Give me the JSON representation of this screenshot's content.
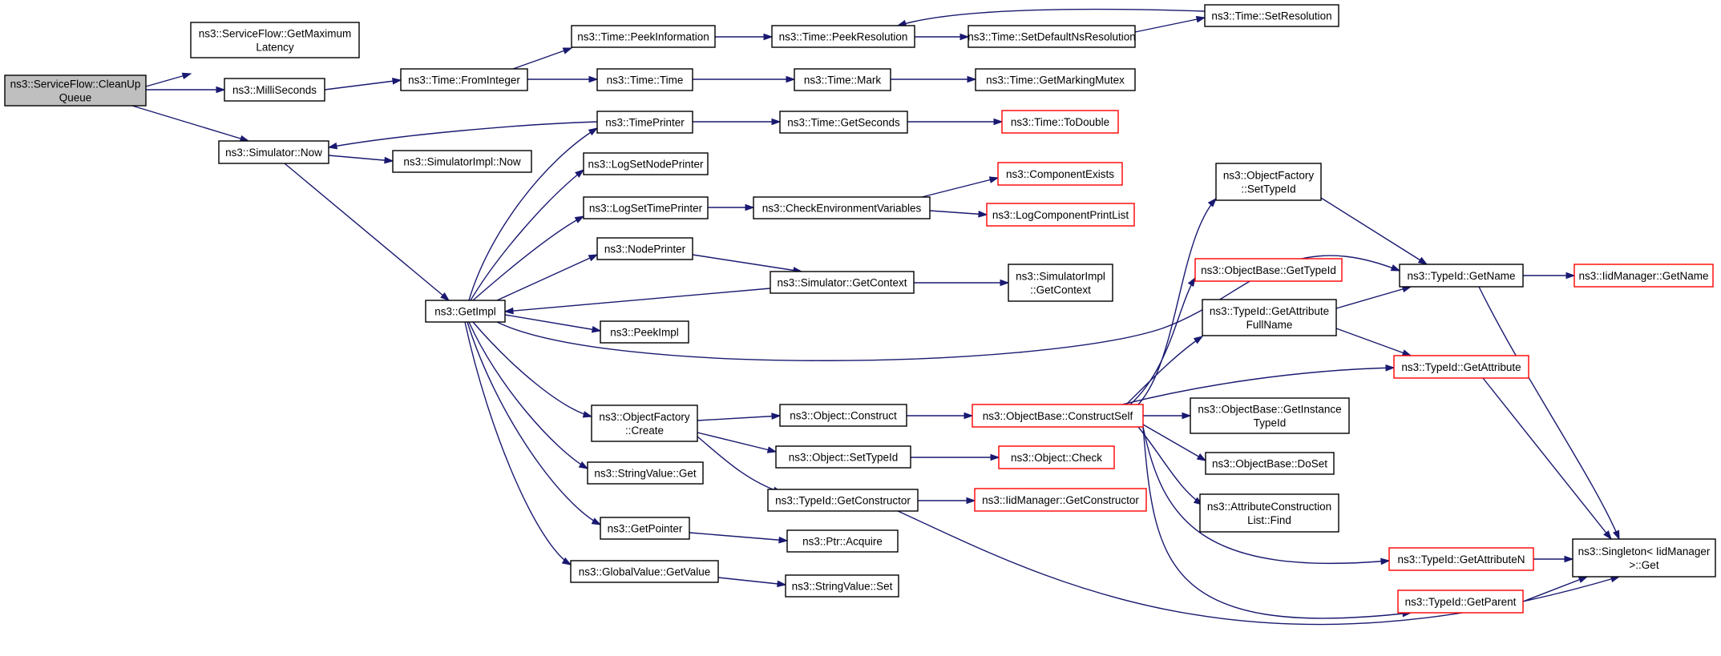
{
  "colors": {
    "edge": "#191970",
    "node_border": "#000000",
    "truncated_node_border": "#ff0000",
    "root_fill": "#bfbfbf",
    "background": "#ffffff"
  },
  "nodes": [
    {
      "id": "root",
      "lines": [
        "ns3::ServiceFlow::CleanUp",
        "Queue"
      ],
      "style": "root"
    },
    {
      "id": "getmax",
      "lines": [
        "ns3::ServiceFlow::GetMaximum",
        "Latency"
      ]
    },
    {
      "id": "milli",
      "lines": [
        "ns3::MilliSeconds"
      ]
    },
    {
      "id": "simnow",
      "lines": [
        "ns3::Simulator::Now"
      ]
    },
    {
      "id": "fromint",
      "lines": [
        "ns3::Time::FromInteger"
      ]
    },
    {
      "id": "peekinfo",
      "lines": [
        "ns3::Time::PeekInformation"
      ]
    },
    {
      "id": "timetime",
      "lines": [
        "ns3::Time::Time"
      ]
    },
    {
      "id": "peekres",
      "lines": [
        "ns3::Time::PeekResolution"
      ]
    },
    {
      "id": "mark",
      "lines": [
        "ns3::Time::Mark"
      ]
    },
    {
      "id": "setdefres",
      "lines": [
        "ns3::Time::SetDefaultNsResolution"
      ]
    },
    {
      "id": "setres",
      "lines": [
        "ns3::Time::SetResolution"
      ]
    },
    {
      "id": "getmarkmutex",
      "lines": [
        "ns3::Time::GetMarkingMutex"
      ]
    },
    {
      "id": "timeprinter",
      "lines": [
        "ns3::TimePrinter"
      ]
    },
    {
      "id": "getseconds",
      "lines": [
        "ns3::Time::GetSeconds"
      ]
    },
    {
      "id": "todouble",
      "lines": [
        "ns3::Time::ToDouble"
      ],
      "style": "red"
    },
    {
      "id": "simimplnow",
      "lines": [
        "ns3::SimulatorImpl::Now"
      ]
    },
    {
      "id": "lognode",
      "lines": [
        "ns3::LogSetNodePrinter"
      ]
    },
    {
      "id": "logtime",
      "lines": [
        "ns3::LogSetTimePrinter"
      ]
    },
    {
      "id": "checkenv",
      "lines": [
        "ns3::CheckEnvironmentVariables"
      ]
    },
    {
      "id": "compexists",
      "lines": [
        "ns3::ComponentExists"
      ],
      "style": "red"
    },
    {
      "id": "logcompprint",
      "lines": [
        "ns3::LogComponentPrintList"
      ],
      "style": "red"
    },
    {
      "id": "nodeprinter",
      "lines": [
        "ns3::NodePrinter"
      ]
    },
    {
      "id": "simgetctx",
      "lines": [
        "ns3::Simulator::GetContext"
      ]
    },
    {
      "id": "simimplgetctx",
      "lines": [
        "ns3::SimulatorImpl",
        "::GetContext"
      ]
    },
    {
      "id": "getimpl",
      "lines": [
        "ns3::GetImpl"
      ]
    },
    {
      "id": "peekimpl",
      "lines": [
        "ns3::PeekImpl"
      ]
    },
    {
      "id": "ofcreate",
      "lines": [
        "ns3::ObjectFactory",
        "::Create"
      ]
    },
    {
      "id": "objconstruct",
      "lines": [
        "ns3::Object::Construct"
      ]
    },
    {
      "id": "objsettypeid",
      "lines": [
        "ns3::Object::SetTypeId"
      ]
    },
    {
      "id": "objcheck",
      "lines": [
        "ns3::Object::Check"
      ],
      "style": "red"
    },
    {
      "id": "constructself",
      "lines": [
        "ns3::ObjectBase::ConstructSelf"
      ],
      "style": "red"
    },
    {
      "id": "strget",
      "lines": [
        "ns3::StringValue::Get"
      ]
    },
    {
      "id": "getctor",
      "lines": [
        "ns3::TypeId::GetConstructor"
      ]
    },
    {
      "id": "iidgetctor",
      "lines": [
        "ns3::IidManager::GetConstructor"
      ],
      "style": "red"
    },
    {
      "id": "getpointer",
      "lines": [
        "ns3::GetPointer"
      ]
    },
    {
      "id": "ptracquire",
      "lines": [
        "ns3::Ptr::Acquire"
      ]
    },
    {
      "id": "gvgetvalue",
      "lines": [
        "ns3::GlobalValue::GetValue"
      ]
    },
    {
      "id": "strset",
      "lines": [
        "ns3::StringValue::Set"
      ]
    },
    {
      "id": "ofsettypeid",
      "lines": [
        "ns3::ObjectFactory",
        "::SetTypeId"
      ]
    },
    {
      "id": "obgettypeid",
      "lines": [
        "ns3::ObjectBase::GetTypeId"
      ],
      "style": "red"
    },
    {
      "id": "getattrfull",
      "lines": [
        "ns3::TypeId::GetAttribute",
        "FullName"
      ]
    },
    {
      "id": "obgetinst",
      "lines": [
        "ns3::ObjectBase::GetInstance",
        "TypeId"
      ]
    },
    {
      "id": "obdoset",
      "lines": [
        "ns3::ObjectBase::DoSet"
      ]
    },
    {
      "id": "attrfind",
      "lines": [
        "ns3::AttributeConstruction",
        "List::Find"
      ]
    },
    {
      "id": "typeidgetname",
      "lines": [
        "ns3::TypeId::GetName"
      ]
    },
    {
      "id": "iidgetname",
      "lines": [
        "ns3::IidManager::GetName"
      ],
      "style": "red"
    },
    {
      "id": "typeidgetattr",
      "lines": [
        "ns3::TypeId::GetAttribute"
      ],
      "style": "red"
    },
    {
      "id": "getattrn",
      "lines": [
        "ns3::TypeId::GetAttributeN"
      ],
      "style": "red"
    },
    {
      "id": "getparent",
      "lines": [
        "ns3::TypeId::GetParent"
      ],
      "style": "red"
    },
    {
      "id": "singleton",
      "lines": [
        "ns3::Singleton< IidManager",
        ">::Get"
      ]
    }
  ],
  "edges": [
    [
      "root",
      "getmax"
    ],
    [
      "root",
      "milli"
    ],
    [
      "root",
      "simnow"
    ],
    [
      "milli",
      "fromint"
    ],
    [
      "fromint",
      "peekinfo"
    ],
    [
      "fromint",
      "timetime"
    ],
    [
      "peekinfo",
      "peekres"
    ],
    [
      "peekres",
      "setdefres"
    ],
    [
      "setdefres",
      "setres"
    ],
    [
      "setres",
      "peekres"
    ],
    [
      "timetime",
      "mark"
    ],
    [
      "mark",
      "getmarkmutex"
    ],
    [
      "simnow",
      "simimplnow"
    ],
    [
      "simnow",
      "getimpl"
    ],
    [
      "timeprinter",
      "simnow"
    ],
    [
      "timeprinter",
      "getseconds"
    ],
    [
      "getseconds",
      "todouble"
    ],
    [
      "getimpl",
      "timeprinter"
    ],
    [
      "getimpl",
      "lognode"
    ],
    [
      "getimpl",
      "logtime"
    ],
    [
      "getimpl",
      "nodeprinter"
    ],
    [
      "getimpl",
      "peekimpl"
    ],
    [
      "getimpl",
      "typeidgetname"
    ],
    [
      "getimpl",
      "ofcreate"
    ],
    [
      "getimpl",
      "strget"
    ],
    [
      "getimpl",
      "getpointer"
    ],
    [
      "getimpl",
      "gvgetvalue"
    ],
    [
      "logtime",
      "checkenv"
    ],
    [
      "checkenv",
      "compexists"
    ],
    [
      "checkenv",
      "logcompprint"
    ],
    [
      "nodeprinter",
      "simgetctx"
    ],
    [
      "simgetctx",
      "getimpl"
    ],
    [
      "simgetctx",
      "simimplgetctx"
    ],
    [
      "ofcreate",
      "objconstruct"
    ],
    [
      "ofcreate",
      "objsettypeid"
    ],
    [
      "ofcreate",
      "getctor"
    ],
    [
      "objconstruct",
      "constructself"
    ],
    [
      "objsettypeid",
      "objcheck"
    ],
    [
      "getctor",
      "iidgetctor"
    ],
    [
      "getctor",
      "singleton"
    ],
    [
      "getpointer",
      "ptracquire"
    ],
    [
      "gvgetvalue",
      "strset"
    ],
    [
      "constructself",
      "ofsettypeid"
    ],
    [
      "constructself",
      "obgettypeid"
    ],
    [
      "constructself",
      "getattrfull"
    ],
    [
      "constructself",
      "typeidgetattr"
    ],
    [
      "constructself",
      "obgetinst"
    ],
    [
      "constructself",
      "obdoset"
    ],
    [
      "constructself",
      "attrfind"
    ],
    [
      "constructself",
      "getattrn"
    ],
    [
      "constructself",
      "getparent"
    ],
    [
      "ofsettypeid",
      "typeidgetname"
    ],
    [
      "getattrfull",
      "typeidgetname"
    ],
    [
      "getattrfull",
      "typeidgetattr"
    ],
    [
      "typeidgetname",
      "iidgetname"
    ],
    [
      "typeidgetname",
      "singleton"
    ],
    [
      "typeidgetattr",
      "singleton"
    ],
    [
      "getattrn",
      "singleton"
    ],
    [
      "getparent",
      "singleton"
    ]
  ]
}
